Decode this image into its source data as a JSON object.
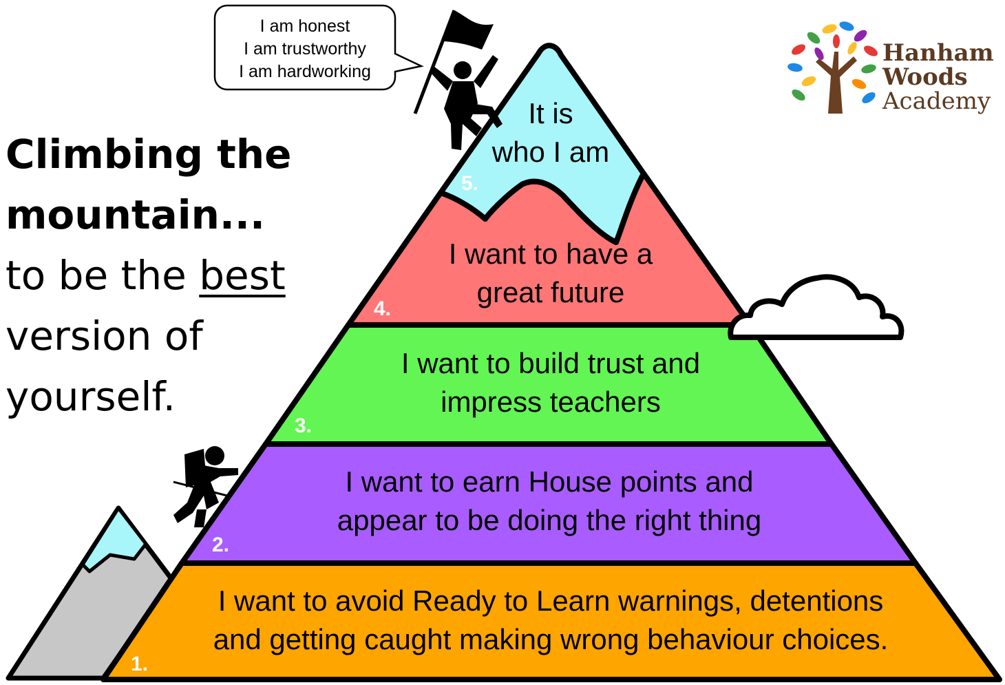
{
  "heading": {
    "title_line1": "Climbing the",
    "title_line2": "mountain...",
    "sub_line1": "to be the ",
    "sub_emphasis": "best",
    "sub_line2": "version of",
    "sub_line3": "yourself."
  },
  "speech_bubble": {
    "lines": [
      "I am honest",
      "I am trustworthy",
      "I am hardworking"
    ]
  },
  "logo": {
    "lines": [
      "Hanham",
      "Woods",
      "Academy"
    ]
  },
  "levels": [
    {
      "number": "1.",
      "line1": "I want to avoid Ready to Learn warnings, detentions",
      "line2": "and getting caught making wrong behaviour choices.",
      "color": "#FFA500"
    },
    {
      "number": "2.",
      "line1": "I want to earn House points and",
      "line2": "appear to be doing the right thing",
      "color": "#A95CFF"
    },
    {
      "number": "3.",
      "line1": "I want to build trust and",
      "line2": "impress teachers",
      "color": "#63F553"
    },
    {
      "number": "4.",
      "line1": "I want to have a",
      "line2": "great future",
      "color": "#FF7676"
    },
    {
      "number": "5.",
      "line1": "It is",
      "line2": "who I am",
      "color": "#A8F5FA"
    }
  ],
  "icons": [
    "flag-icon",
    "climber-icon",
    "hiker-icon",
    "cloud-icon",
    "small-mountain-icon",
    "tree-logo-icon"
  ]
}
